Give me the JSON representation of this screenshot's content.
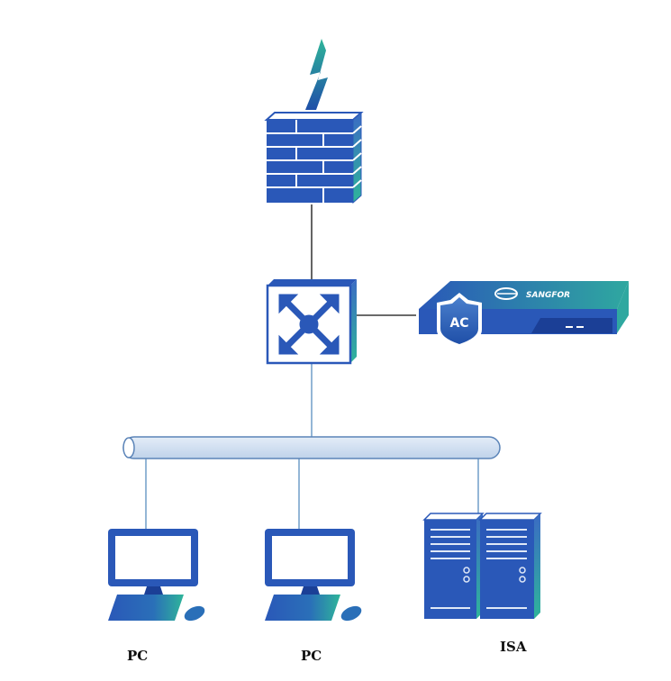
{
  "diagram": {
    "title": "",
    "nodes": [
      {
        "id": "internet",
        "type": "lightning-bolt",
        "label": ""
      },
      {
        "id": "firewall",
        "type": "firewall",
        "label": ""
      },
      {
        "id": "core-switch",
        "type": "switch",
        "label": ""
      },
      {
        "id": "ac-appliance",
        "type": "sangfor-ac",
        "label": "",
        "brand_text": "SANGFOR",
        "badge_text": "AC"
      },
      {
        "id": "lan-bus",
        "type": "ethernet-bus",
        "label": ""
      },
      {
        "id": "pc-1",
        "type": "pc",
        "label": "PC"
      },
      {
        "id": "pc-2",
        "type": "pc",
        "label": "PC"
      },
      {
        "id": "isa-server",
        "type": "server",
        "label": "ISA"
      }
    ],
    "edges": [
      {
        "from": "internet",
        "to": "firewall"
      },
      {
        "from": "firewall",
        "to": "core-switch"
      },
      {
        "from": "core-switch",
        "to": "ac-appliance"
      },
      {
        "from": "core-switch",
        "to": "lan-bus"
      },
      {
        "from": "lan-bus",
        "to": "pc-1"
      },
      {
        "from": "lan-bus",
        "to": "pc-2"
      },
      {
        "from": "lan-bus",
        "to": "isa-server"
      }
    ],
    "colors": {
      "device_blue": "#2a58b8",
      "device_dark": "#1b3f96",
      "accent_teal": "#2fb59a",
      "bus_fill": "#d2e0f0",
      "bus_stroke": "#5b84b8",
      "link_dark": "#111111",
      "link_light": "#5b8fbf"
    }
  }
}
